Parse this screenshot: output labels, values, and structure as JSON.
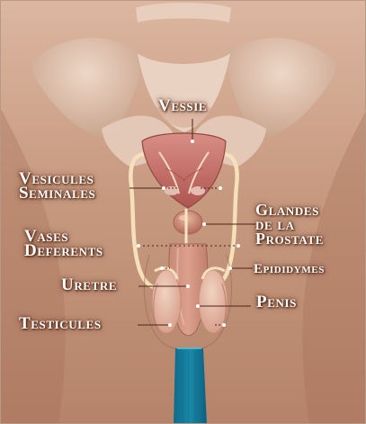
{
  "labels": {
    "vessie": "Vessie",
    "vesicules_line1": "Vesicules",
    "vesicules_line2": "Seminales",
    "glandes_line1": "Glandes",
    "glandes_line2": "de la",
    "glandes_line3": "Prostate",
    "vases_line1": "Vases",
    "vases_line2": "Deferents",
    "epididymes": "Epididymes",
    "uretre": "Uretre",
    "penis": "Penis",
    "testicules": "Testicules"
  }
}
